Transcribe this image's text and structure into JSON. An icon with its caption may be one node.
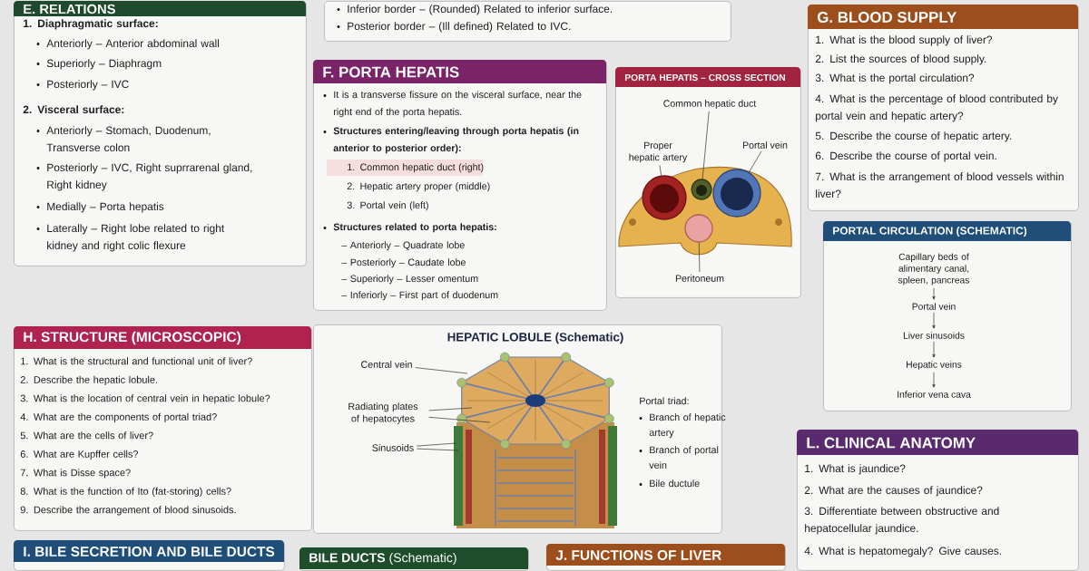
{
  "diagram": {
    "nodes": [
      {
        "text": [
          "E. RELATIONS",
          "1. Diaphragmatic surface:",
          "Anteriorly – Anterior abdominal wall",
          "Superiorly – Diaphragm",
          "Posteriorly – IVC",
          "2. Visceral surface:",
          "Anteriorly – Stomach, Duodenum, Transverse colon",
          "Posteriorly – IVC, Right suprrarenal gland, Right kidney",
          "Medially – Porta hepatis",
          "Laterally – Right lobe related to right kidney and right colic flexure"
        ]
      },
      {
        "text": [
          "Inferior border – (Rounded) Related to inferior surface.",
          "Posterior border – (Ill defined) Related to IVC."
        ]
      },
      {
        "text": [
          "F. PORTA HEPATIS",
          "It is a transverse fissure on the visceral surface, near the right end of the porta hepatis.",
          "Structures entering/leaving through porta hepatis (in anterior to posterior order):",
          "1. Common hepatic duct (right)",
          "2. Hepatic artery proper (middle)",
          "3. Portal vein (left)",
          "Structures related to porta hepatis:",
          "– Anteriorly – Quadrate lobe",
          "– Posteriorly – Caudate lobe",
          "– Superiorly – Lesser omentum",
          "– Inferiorly – First part of duodenum"
        ]
      },
      {
        "text": [
          "PORTA HEPATIS – CROSS SECTION"
        ]
      },
      {
        "text": [
          "Common hepatic duct"
        ],
        "in": 3
      },
      {
        "text": [
          "Proper hepatic artery"
        ],
        "in": 3
      },
      {
        "text": [
          "Portal vein"
        ],
        "in": 3
      },
      {
        "text": [
          "Peritoneum"
        ],
        "in": 3
      },
      {
        "text": [],
        "shape": "circle",
        "in": 3
      },
      {
        "text": [],
        "shape": "circle",
        "in": 3
      },
      {
        "text": [],
        "shape": "circle",
        "in": 3
      },
      {
        "text": [],
        "shape": "circle",
        "in": 3
      },
      {
        "text": [
          "G. BLOOD SUPPLY",
          "1. What is the blood supply of liver?",
          "2. List the sources of blood supply.",
          "3. What is the portal circulation?",
          "4. What is the percentage of blood contributed by portal vein and hepatic artery?",
          "5. Describe the course of hepatic artery.",
          "6. Describe the course of portal vein.",
          "7. What is the arrangement of blood vessels within liver?"
        ]
      },
      {
        "text": [
          "PORTAL CIRCULATION (SCHEMATIC)"
        ]
      },
      {
        "text": [
          "Capillary beds of alimentary canal, spleen, pancreas"
        ],
        "in": 13
      },
      {
        "text": [
          "Portal vein"
        ],
        "in": 13
      },
      {
        "text": [
          "Liver sinusoids"
        ],
        "in": 13
      },
      {
        "text": [
          "Hepatic veins"
        ],
        "in": 13
      },
      {
        "text": [
          "Inferior vena cava"
        ],
        "in": 13
      },
      {
        "text": [
          "H. STRUCTURE (MICROSCOPIC)",
          "1. What is the structural and functional unit of liver?",
          "2. Describe the hepatic lobule.",
          "3. What is the location of central vein in hepatic lobule?",
          "4. What are the components of portal triad?",
          "5. What are the cells of liver?",
          "6. What are Kupffer cells?",
          "7. What is Disse space?",
          "8. What is the function of Ito (fat-storing) cells?",
          "9. Describe the arrangement of blood sinusoids."
        ]
      },
      {
        "text": [
          "HEPATIC LOBULE (Schematic)",
          "Portal triad:",
          "Branch of hepatic artery",
          "Branch of portal vein",
          "Bile ductule"
        ]
      },
      {
        "text": [],
        "shape": "picture",
        "in": 20
      },
      {
        "text": [
          "Central vein"
        ],
        "in": 20
      },
      {
        "text": [
          "Radiating plates of hepatocytes"
        ],
        "in": 20
      },
      {
        "text": [
          "Sinusoids"
        ],
        "in": 20
      },
      {
        "text": [
          "L. CLINICAL ANATOMY",
          "1. What is jaundice?",
          "2. What are the causes of jaundice?",
          "3. Differentiate between obstructive and hepatocellular jaundice.",
          "4. What is hepatomegaly? Give causes."
        ]
      },
      {
        "text": [
          "I. BILE SECRETION AND BILE DUCTS"
        ]
      },
      {
        "text": [
          "**BILE DUCTS** (Schematic)"
        ]
      },
      {
        "text": [
          "J. FUNCTIONS OF LIVER"
        ]
      }
    ],
    "edges": [
      {
        "from": 4,
        "to": 9,
        "arrow": "none"
      },
      {
        "from": 5,
        "to": 8,
        "arrow": "none"
      },
      {
        "from": 6,
        "to": 10,
        "arrow": "none"
      },
      {
        "from": 7,
        "to": 11,
        "arrow": "none"
      },
      {
        "from": 14,
        "to": 15,
        "arrow": "to"
      },
      {
        "from": 15,
        "to": 16,
        "arrow": "to"
      },
      {
        "from": 16,
        "to": 17,
        "arrow": "to"
      },
      {
        "from": 17,
        "to": 18,
        "arrow": "to"
      },
      {
        "from": 22,
        "to": 21,
        "arrow": "none"
      },
      {
        "from": 23,
        "to": 21,
        "arrow": "none"
      },
      {
        "from": 23,
        "to": 21,
        "arrow": "none"
      },
      {
        "from": 24,
        "to": 21,
        "arrow": "none"
      },
      {
        "from": 24,
        "to": 21,
        "arrow": "none"
      }
    ]
  }
}
